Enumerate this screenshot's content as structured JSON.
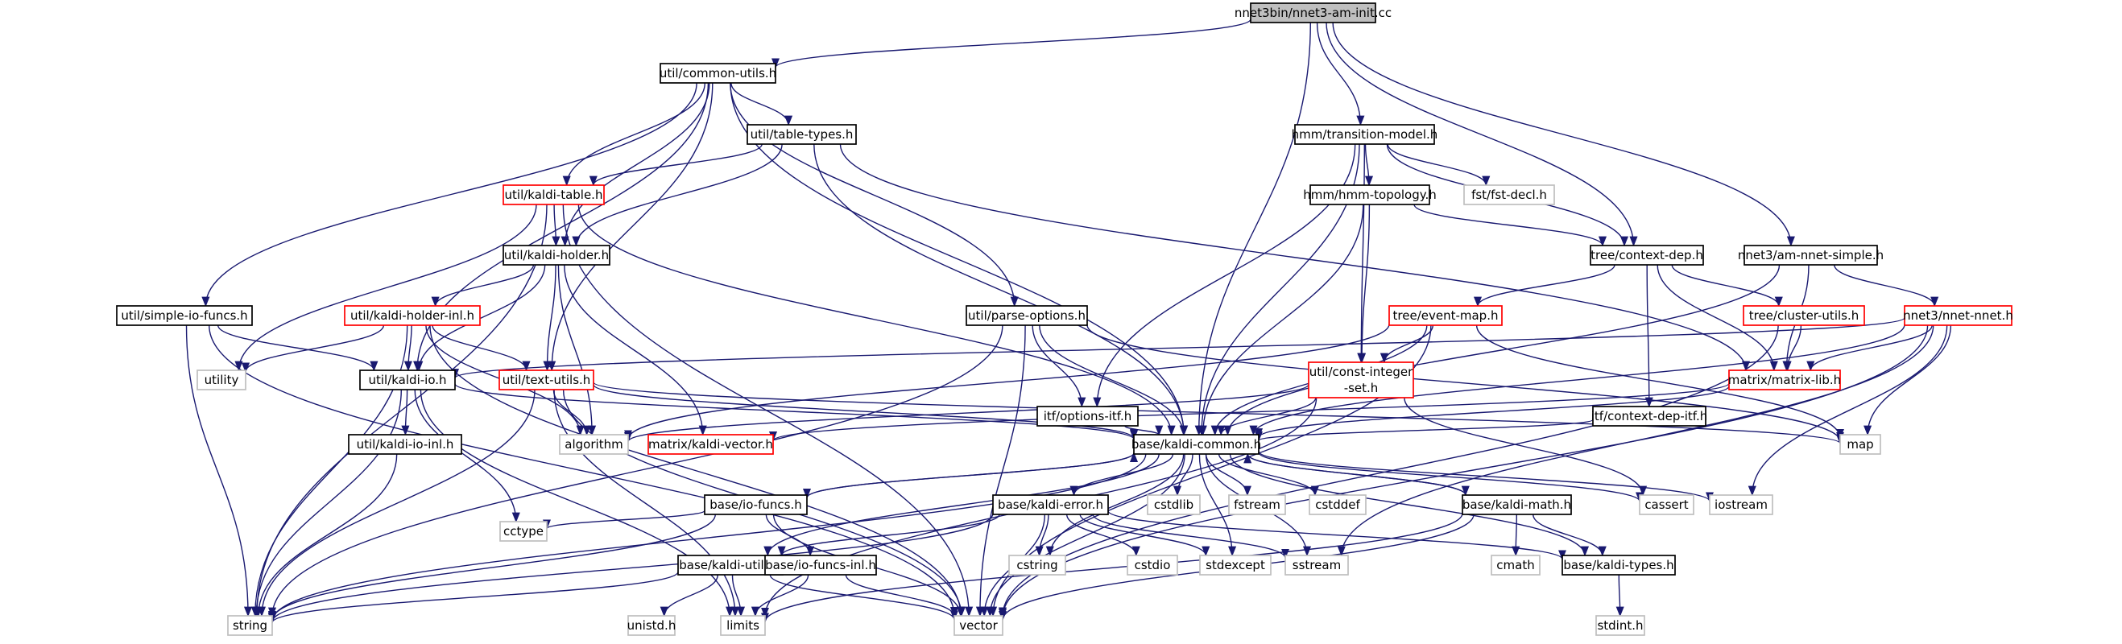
{
  "title": "nnet3bin/nnet3-am-init.cc",
  "colors": {
    "root_fill": "#bfbfbf",
    "root_border": "#000000",
    "header_border": "#000000",
    "truncated_border": "#ff0000",
    "system_border": "#bfbfbf",
    "edge": "#191970"
  },
  "nodes": [
    {
      "id": "root",
      "label": "nnet3bin/nnet3-am-init.cc",
      "kind": "root"
    },
    {
      "id": "common_utils",
      "label": "util/common-utils.h",
      "kind": "header"
    },
    {
      "id": "transition_model",
      "label": "hmm/transition-model.h",
      "kind": "header"
    },
    {
      "id": "am_nnet_simple",
      "label": "nnet3/am-nnet-simple.h",
      "kind": "header"
    },
    {
      "id": "table_types",
      "label": "util/table-types.h",
      "kind": "header"
    },
    {
      "id": "hmm_topology",
      "label": "hmm/hmm-topology.h",
      "kind": "header"
    },
    {
      "id": "fst_decl",
      "label": "fst/fst-decl.h",
      "kind": "system"
    },
    {
      "id": "kaldi_table",
      "label": "util/kaldi-table.h",
      "kind": "truncated"
    },
    {
      "id": "context_dep",
      "label": "tree/context-dep.h",
      "kind": "header"
    },
    {
      "id": "kaldi_holder",
      "label": "util/kaldi-holder.h",
      "kind": "header"
    },
    {
      "id": "simple_io_funcs",
      "label": "util/simple-io-funcs.h",
      "kind": "header"
    },
    {
      "id": "kaldi_holder_inl",
      "label": "util/kaldi-holder-inl.h",
      "kind": "truncated"
    },
    {
      "id": "parse_options",
      "label": "util/parse-options.h",
      "kind": "header"
    },
    {
      "id": "event_map",
      "label": "tree/event-map.h",
      "kind": "truncated"
    },
    {
      "id": "cluster_utils",
      "label": "tree/cluster-utils.h",
      "kind": "truncated"
    },
    {
      "id": "nnet_nnet",
      "label": "nnet3/nnet-nnet.h",
      "kind": "truncated"
    },
    {
      "id": "utility",
      "label": "utility",
      "kind": "system"
    },
    {
      "id": "kaldi_io",
      "label": "util/kaldi-io.h",
      "kind": "header"
    },
    {
      "id": "text_utils",
      "label": "util/text-utils.h",
      "kind": "truncated"
    },
    {
      "id": "options_itf",
      "label": "itf/options-itf.h",
      "kind": "header"
    },
    {
      "id": "const_integer_set_1",
      "label": "util/const-integer",
      "kind": "truncated"
    },
    {
      "id": "context_dep_itf",
      "label": "itf/context-dep-itf.h",
      "kind": "header"
    },
    {
      "id": "matrix_lib",
      "label": "matrix/matrix-lib.h",
      "kind": "truncated"
    },
    {
      "id": "algorithm",
      "label": "algorithm",
      "kind": "system"
    },
    {
      "id": "kaldi_vector",
      "label": "matrix/kaldi-vector.h",
      "kind": "truncated"
    },
    {
      "id": "kaldi_common",
      "label": "base/kaldi-common.h",
      "kind": "header"
    },
    {
      "id": "map",
      "label": "map",
      "kind": "system"
    },
    {
      "id": "kaldi_io_inl",
      "label": "util/kaldi-io-inl.h",
      "kind": "header"
    },
    {
      "id": "cstdlib",
      "label": "cstdlib",
      "kind": "system"
    },
    {
      "id": "fstream",
      "label": "fstream",
      "kind": "system"
    },
    {
      "id": "cstddef",
      "label": "cstddef",
      "kind": "system"
    },
    {
      "id": "cassert",
      "label": "cassert",
      "kind": "system"
    },
    {
      "id": "iostream",
      "label": "iostream",
      "kind": "system"
    },
    {
      "id": "io_funcs",
      "label": "base/io-funcs.h",
      "kind": "header"
    },
    {
      "id": "kaldi_error",
      "label": "base/kaldi-error.h",
      "kind": "header"
    },
    {
      "id": "kaldi_math",
      "label": "base/kaldi-math.h",
      "kind": "header"
    },
    {
      "id": "cctype",
      "label": "cctype",
      "kind": "system"
    },
    {
      "id": "kaldi_utils",
      "label": "base/kaldi-utils.h",
      "kind": "header"
    },
    {
      "id": "io_funcs_inl",
      "label": "base/io-funcs-inl.h",
      "kind": "header"
    },
    {
      "id": "cstring",
      "label": "cstring",
      "kind": "system"
    },
    {
      "id": "cstdio",
      "label": "cstdio",
      "kind": "system"
    },
    {
      "id": "stdexcept",
      "label": "stdexcept",
      "kind": "system"
    },
    {
      "id": "sstream",
      "label": "sstream",
      "kind": "system"
    },
    {
      "id": "cmath",
      "label": "cmath",
      "kind": "system"
    },
    {
      "id": "kaldi_types",
      "label": "base/kaldi-types.h",
      "kind": "header"
    },
    {
      "id": "string",
      "label": "string",
      "kind": "system"
    },
    {
      "id": "unistd",
      "label": "unistd.h",
      "kind": "system"
    },
    {
      "id": "limits",
      "label": "limits",
      "kind": "system"
    },
    {
      "id": "vector",
      "label": "vector",
      "kind": "system"
    },
    {
      "id": "stdint",
      "label": "stdint.h",
      "kind": "system"
    }
  ],
  "const_integer_set_line2": "-set.h",
  "edges": [
    [
      "root",
      "common_utils"
    ],
    [
      "root",
      "transition_model"
    ],
    [
      "root",
      "am_nnet_simple"
    ],
    [
      "root",
      "context_dep"
    ],
    [
      "root",
      "kaldi_common"
    ],
    [
      "common_utils",
      "table_types"
    ],
    [
      "common_utils",
      "kaldi_table"
    ],
    [
      "common_utils",
      "kaldi_holder"
    ],
    [
      "common_utils",
      "simple_io_funcs"
    ],
    [
      "common_utils",
      "parse_options"
    ],
    [
      "common_utils",
      "kaldi_io"
    ],
    [
      "common_utils",
      "text_utils"
    ],
    [
      "common_utils",
      "kaldi_common"
    ],
    [
      "table_types",
      "kaldi_table"
    ],
    [
      "table_types",
      "kaldi_holder"
    ],
    [
      "table_types",
      "matrix_lib"
    ],
    [
      "table_types",
      "kaldi_common"
    ],
    [
      "kaldi_table",
      "kaldi_holder"
    ],
    [
      "kaldi_table",
      "utility"
    ],
    [
      "kaldi_table",
      "string"
    ],
    [
      "kaldi_table",
      "vector"
    ],
    [
      "kaldi_table",
      "kaldi_common"
    ],
    [
      "kaldi_holder",
      "kaldi_holder_inl"
    ],
    [
      "kaldi_holder",
      "kaldi_io"
    ],
    [
      "kaldi_holder",
      "text_utils"
    ],
    [
      "kaldi_holder",
      "kaldi_vector"
    ],
    [
      "kaldi_holder",
      "algorithm"
    ],
    [
      "kaldi_holder_inl",
      "utility"
    ],
    [
      "kaldi_holder_inl",
      "kaldi_io"
    ],
    [
      "kaldi_holder_inl",
      "text_utils"
    ],
    [
      "kaldi_holder_inl",
      "algorithm"
    ],
    [
      "kaldi_holder_inl",
      "string"
    ],
    [
      "kaldi_holder_inl",
      "vector"
    ],
    [
      "simple_io_funcs",
      "kaldi_io"
    ],
    [
      "simple_io_funcs",
      "string"
    ],
    [
      "simple_io_funcs",
      "vector"
    ],
    [
      "kaldi_io",
      "kaldi_io_inl"
    ],
    [
      "kaldi_io",
      "kaldi_common"
    ],
    [
      "kaldi_io",
      "string"
    ],
    [
      "kaldi_io",
      "cctype"
    ],
    [
      "kaldi_io",
      "limits"
    ],
    [
      "kaldi_io_inl",
      "string"
    ],
    [
      "text_utils",
      "algorithm"
    ],
    [
      "text_utils",
      "map"
    ],
    [
      "text_utils",
      "kaldi_common"
    ],
    [
      "text_utils",
      "string"
    ],
    [
      "text_utils",
      "vector"
    ],
    [
      "text_utils",
      "limits"
    ],
    [
      "parse_options",
      "options_itf"
    ],
    [
      "parse_options",
      "kaldi_common"
    ],
    [
      "parse_options",
      "map"
    ],
    [
      "parse_options",
      "string"
    ],
    [
      "parse_options",
      "vector"
    ],
    [
      "options_itf",
      "kaldi_common"
    ],
    [
      "transition_model",
      "hmm_topology"
    ],
    [
      "transition_model",
      "fst_decl"
    ],
    [
      "transition_model",
      "context_dep"
    ],
    [
      "transition_model",
      "options_itf"
    ],
    [
      "transition_model",
      "const_integer_set_1"
    ],
    [
      "transition_model",
      "kaldi_common"
    ],
    [
      "hmm_topology",
      "context_dep"
    ],
    [
      "hmm_topology",
      "const_integer_set_1"
    ],
    [
      "hmm_topology",
      "kaldi_common"
    ],
    [
      "context_dep",
      "event_map"
    ],
    [
      "context_dep",
      "cluster_utils"
    ],
    [
      "context_dep",
      "context_dep_itf"
    ],
    [
      "context_dep",
      "matrix_lib"
    ],
    [
      "context_dep_itf",
      "kaldi_common"
    ],
    [
      "event_map",
      "const_integer_set_1"
    ],
    [
      "event_map",
      "kaldi_common"
    ],
    [
      "event_map",
      "algorithm"
    ],
    [
      "event_map",
      "map"
    ],
    [
      "event_map",
      "vector"
    ],
    [
      "const_integer_set_1",
      "kaldi_common"
    ],
    [
      "const_integer_set_1",
      "cassert"
    ],
    [
      "const_integer_set_1",
      "algorithm"
    ],
    [
      "const_integer_set_1",
      "limits"
    ],
    [
      "cluster_utils",
      "matrix_lib"
    ],
    [
      "cluster_utils",
      "vector"
    ],
    [
      "am_nnet_simple",
      "nnet_nnet"
    ],
    [
      "am_nnet_simple",
      "matrix_lib"
    ],
    [
      "am_nnet_simple",
      "kaldi_common"
    ],
    [
      "nnet_nnet",
      "matrix_lib"
    ],
    [
      "nnet_nnet",
      "kaldi_io"
    ],
    [
      "nnet_nnet",
      "map"
    ],
    [
      "nnet_nnet",
      "iostream"
    ],
    [
      "nnet_nnet",
      "sstream"
    ],
    [
      "nnet_nnet",
      "vector"
    ],
    [
      "nnet_nnet",
      "kaldi_common"
    ],
    [
      "matrix_lib",
      "kaldi_vector"
    ],
    [
      "matrix_lib",
      "kaldi_common"
    ],
    [
      "kaldi_common",
      "cstdlib"
    ],
    [
      "kaldi_common",
      "fstream"
    ],
    [
      "kaldi_common",
      "cstddef"
    ],
    [
      "kaldi_common",
      "cassert"
    ],
    [
      "kaldi_common",
      "iostream"
    ],
    [
      "kaldi_common",
      "io_funcs"
    ],
    [
      "kaldi_common",
      "kaldi_error"
    ],
    [
      "kaldi_common",
      "kaldi_math"
    ],
    [
      "kaldi_common",
      "kaldi_utils"
    ],
    [
      "kaldi_common",
      "kaldi_types"
    ],
    [
      "kaldi_common",
      "string"
    ],
    [
      "kaldi_common",
      "vector"
    ],
    [
      "kaldi_common",
      "stdexcept"
    ],
    [
      "kaldi_common",
      "sstream"
    ],
    [
      "kaldi_common",
      "cstring"
    ],
    [
      "io_funcs",
      "kaldi_common"
    ],
    [
      "io_funcs",
      "io_funcs_inl"
    ],
    [
      "io_funcs",
      "cctype"
    ],
    [
      "io_funcs",
      "string"
    ],
    [
      "io_funcs",
      "vector"
    ],
    [
      "io_funcs_inl",
      "vector"
    ],
    [
      "io_funcs_inl",
      "limits"
    ],
    [
      "kaldi_error",
      "kaldi_utils"
    ],
    [
      "kaldi_error",
      "kaldi_types"
    ],
    [
      "kaldi_error",
      "cstring"
    ],
    [
      "kaldi_error",
      "cstdio"
    ],
    [
      "kaldi_error",
      "stdexcept"
    ],
    [
      "kaldi_error",
      "sstream"
    ],
    [
      "kaldi_error",
      "string"
    ],
    [
      "kaldi_error",
      "vector"
    ],
    [
      "kaldi_math",
      "kaldi_common"
    ],
    [
      "kaldi_math",
      "kaldi_types"
    ],
    [
      "kaldi_math",
      "cmath"
    ],
    [
      "kaldi_math",
      "limits"
    ],
    [
      "kaldi_math",
      "vector"
    ],
    [
      "kaldi_utils",
      "string"
    ],
    [
      "kaldi_utils",
      "unistd"
    ],
    [
      "kaldi_utils",
      "limits"
    ],
    [
      "kaldi_utils",
      "vector"
    ],
    [
      "kaldi_types",
      "stdint"
    ]
  ]
}
